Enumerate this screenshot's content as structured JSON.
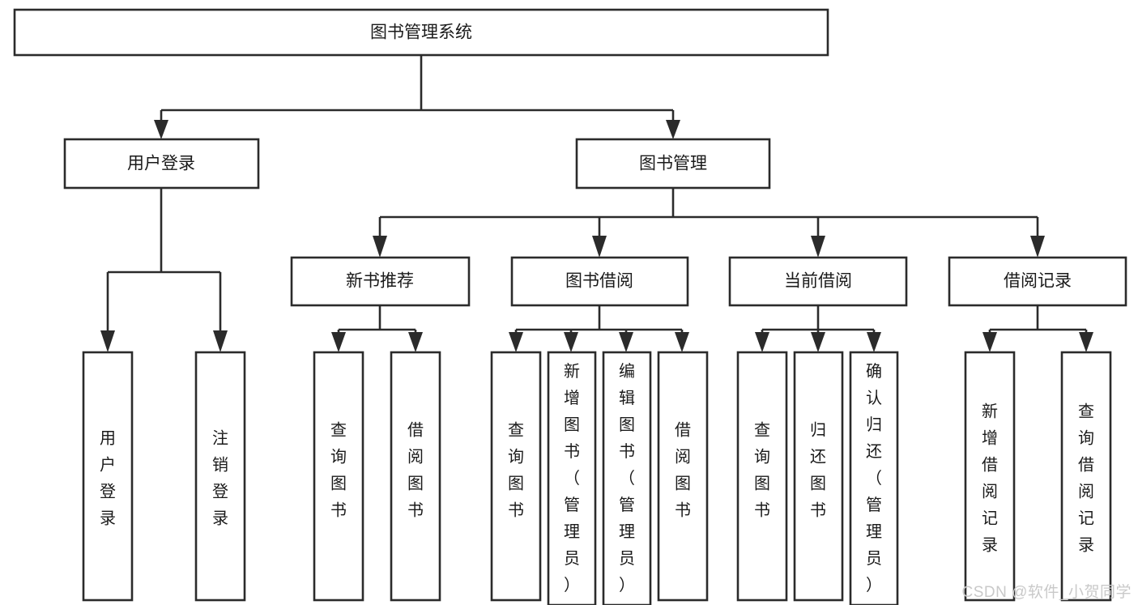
{
  "diagram": {
    "title": "图书管理系统",
    "watermark": "CSDN @软件_小贺同学",
    "colors": {
      "stroke": "#2b2b2b",
      "fill": "#ffffff",
      "text": "#1a1a1a",
      "watermark": "#c9c9c9",
      "background": "#ffffff"
    },
    "root": {
      "label": "图书管理系统"
    },
    "level2": [
      {
        "label": "用户登录"
      },
      {
        "label": "图书管理"
      }
    ],
    "level3": [
      {
        "label": "新书推荐"
      },
      {
        "label": "图书借阅"
      },
      {
        "label": "当前借阅"
      },
      {
        "label": "借阅记录"
      }
    ],
    "leaves": {
      "user_login": [
        {
          "label": "用户登录"
        },
        {
          "label": "注销登录"
        }
      ],
      "new_book_recommend": [
        {
          "label": "查询图书"
        },
        {
          "label": "借阅图书"
        }
      ],
      "book_borrow": [
        {
          "label": "查询图书"
        },
        {
          "label": "新增图书（管理员）"
        },
        {
          "label": "编辑图书（管理员）"
        },
        {
          "label": "借阅图书"
        }
      ],
      "current_borrow": [
        {
          "label": "查询图书"
        },
        {
          "label": "归还图书"
        },
        {
          "label": "确认归还（管理员）"
        }
      ],
      "borrow_record": [
        {
          "label": "新增借阅记录"
        },
        {
          "label": "查询借阅记录"
        }
      ]
    }
  }
}
